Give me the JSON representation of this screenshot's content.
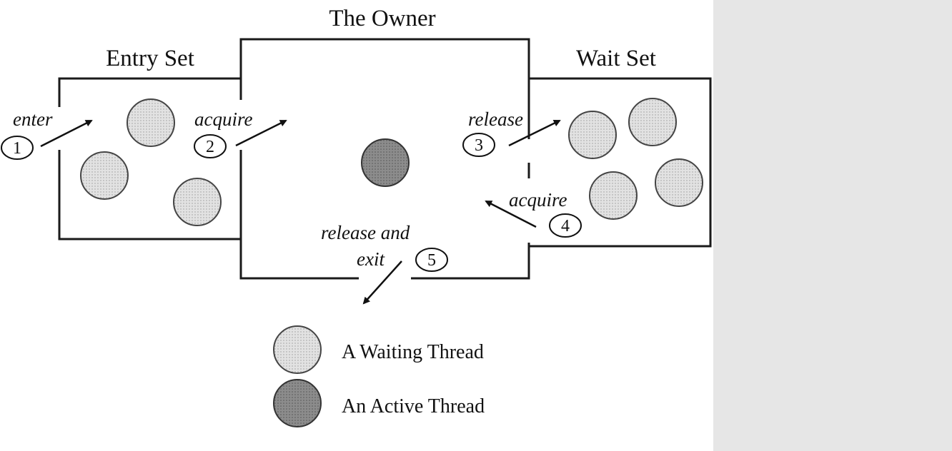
{
  "diagram": {
    "titles": {
      "entry_set": "Entry Set",
      "owner": "The Owner",
      "wait_set": "Wait Set"
    },
    "steps": [
      {
        "num": "1",
        "label": "enter"
      },
      {
        "num": "2",
        "label": "acquire"
      },
      {
        "num": "3",
        "label": "release"
      },
      {
        "num": "4",
        "label": "acquire"
      },
      {
        "num": "5",
        "label_line1": "release and",
        "label_line2": "exit"
      }
    ],
    "legend": {
      "waiting": "A Waiting Thread",
      "active": "An Active Thread"
    },
    "colors": {
      "waiting_fill": "#dcdcdc",
      "active_fill": "#8a8a8a",
      "side_panel": "#e6e6e6"
    }
  }
}
